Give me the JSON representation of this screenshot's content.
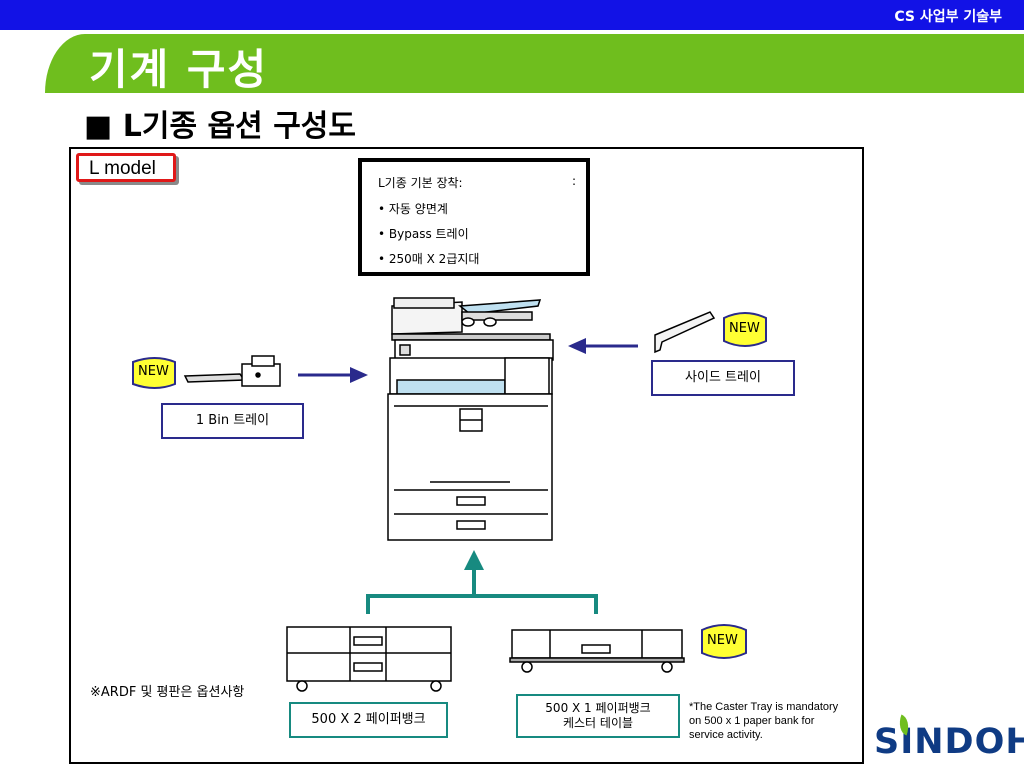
{
  "header": {
    "department": "CS 사업부 기술부",
    "title": "기계 구성",
    "subtitle": "■ L기종 옵션 구성도"
  },
  "model_label": "L model",
  "standard_box": {
    "heading": "L기종 기본 장착:",
    "colon": ":",
    "items": [
      "• 자동 양면계",
      "• Bypass 트레이",
      "• 250매 X 2급지대"
    ]
  },
  "options": {
    "one_bin": "1 Bin 트레이",
    "side_tray": "사이드 트레이",
    "paper_bank_2": "500 X 2 페이퍼뱅크",
    "paper_bank_1_line1": "500 X 1 페이퍼뱅크",
    "paper_bank_1_line2": "케스터 테이블"
  },
  "new_badge": "NEW",
  "notes": {
    "ardf": "※ARDF 및 평판은 옵션사항",
    "caster": "*The Caster Tray is mandatory on 500 x 1 paper bank for service activity."
  },
  "logo": "SINDOH",
  "colors": {
    "top_bar": "#1212e6",
    "title_bar": "#6fbe1e",
    "model_border": "#e01818",
    "option_border_blue": "#2a2a8c",
    "option_border_teal": "#178a80",
    "new_badge_fill": "#ffff33",
    "new_badge_border": "#2a2a8c",
    "arrow_blue": "#2a2a8c",
    "arrow_teal": "#178a80"
  }
}
